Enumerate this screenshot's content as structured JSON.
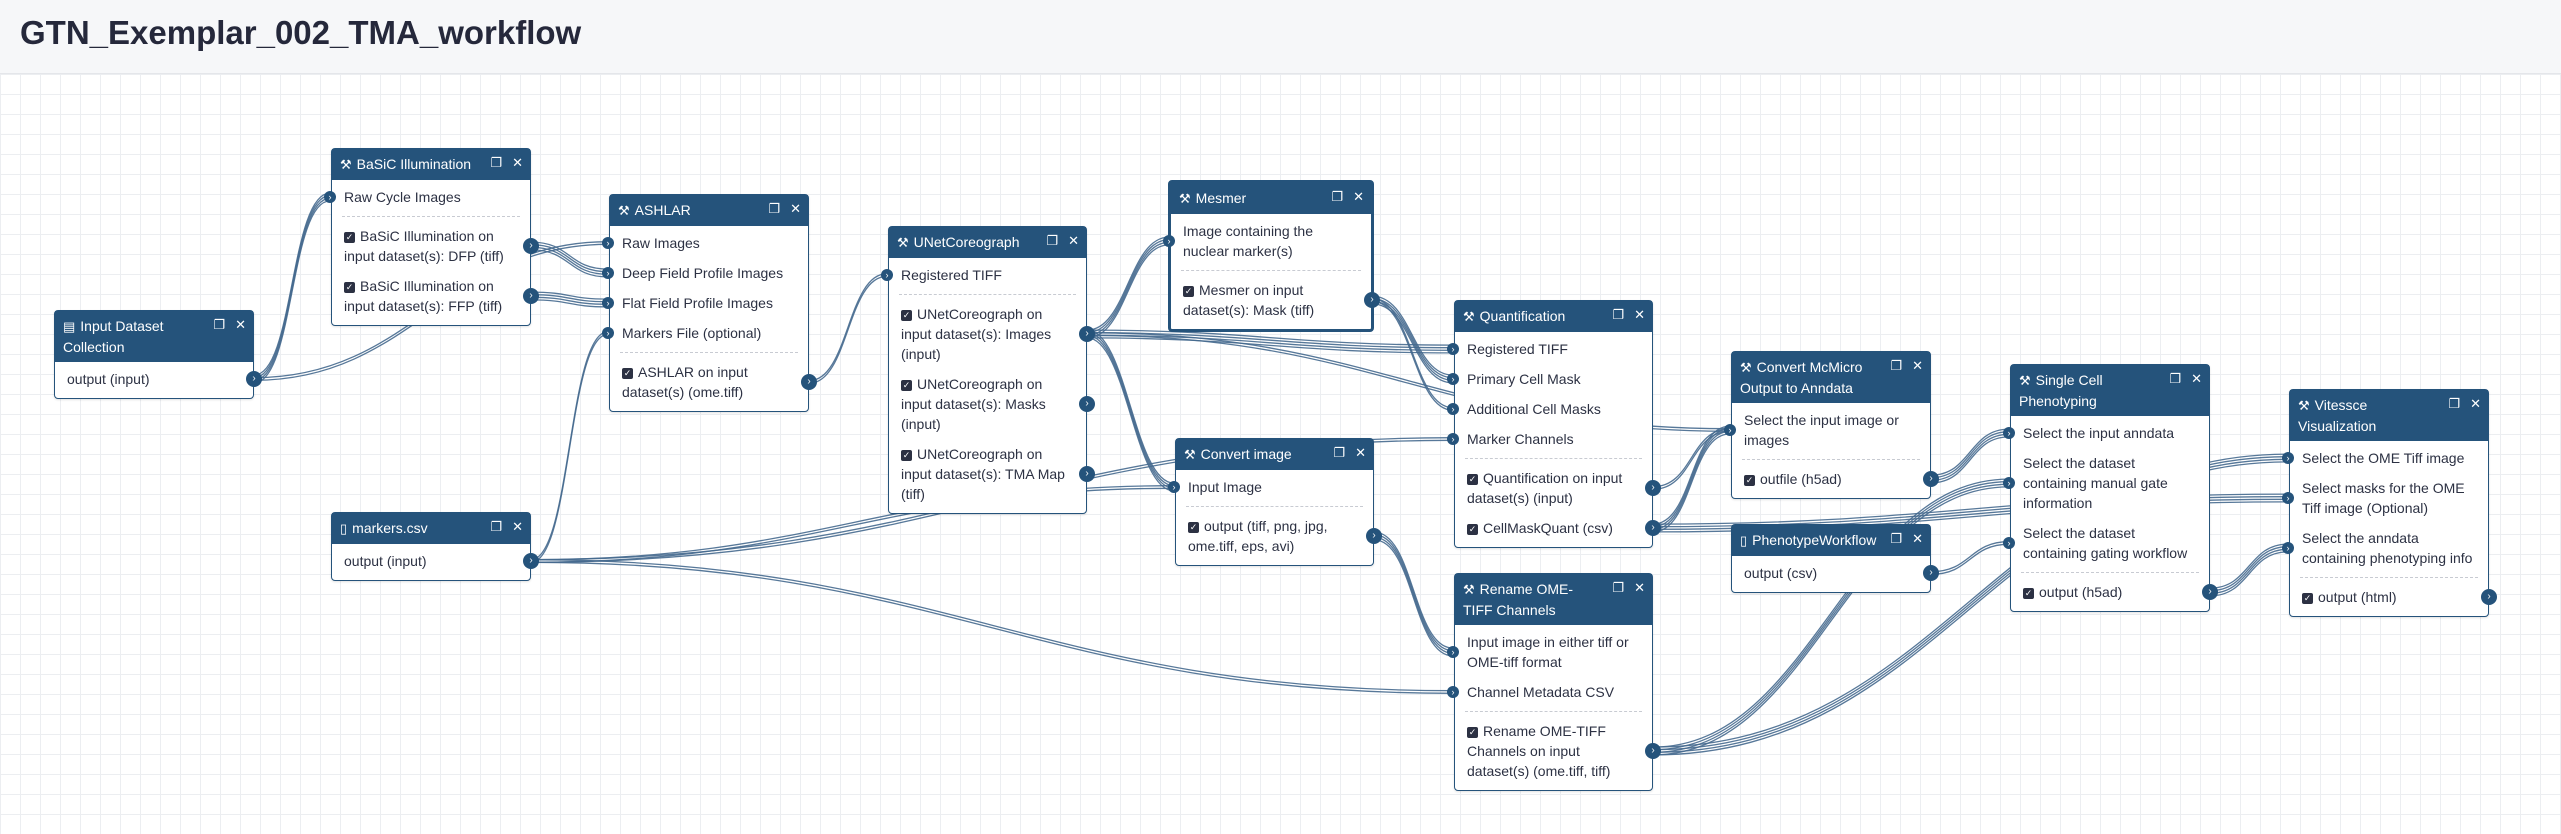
{
  "page": {
    "title": "GTN_Exemplar_002_TMA_workflow"
  },
  "icons": {
    "tool": "wrench-icon",
    "collection": "folder-icon",
    "dataset": "file-icon",
    "copy": "copy-icon",
    "delete": "close-icon",
    "checkbox": "checkbox-checked-icon"
  },
  "colors": {
    "node_header": "#25537b",
    "wire": "#45698e",
    "title": "#25283b"
  },
  "nodes": {
    "input_collection": {
      "title": "Input Dataset Collection",
      "outputs": [
        "output (input)"
      ]
    },
    "basic": {
      "title": "BaSiC Illumination",
      "inputs": [
        "Raw Cycle Images"
      ],
      "outputs": [
        "BaSiC Illumination on input dataset(s): DFP (tiff)",
        "BaSiC Illumination on input dataset(s): FFP (tiff)"
      ]
    },
    "ashlar": {
      "title": "ASHLAR",
      "inputs": [
        "Raw Images",
        "Deep Field Profile Images",
        "Flat Field Profile Images",
        "Markers File (optional)"
      ],
      "outputs": [
        "ASHLAR on input dataset(s) (ome.tiff)"
      ]
    },
    "markers": {
      "title": "markers.csv",
      "outputs": [
        "output (input)"
      ]
    },
    "unet": {
      "title": "UNetCoreograph",
      "inputs": [
        "Registered TIFF"
      ],
      "outputs": [
        "UNetCoreograph on input dataset(s): Images (input)",
        "UNetCoreograph on input dataset(s): Masks (input)",
        "UNetCoreograph on input dataset(s): TMA Map (tiff)"
      ]
    },
    "mesmer": {
      "title": "Mesmer",
      "inputs": [
        "Image containing the nuclear marker(s)"
      ],
      "outputs": [
        "Mesmer on input dataset(s): Mask (tiff)"
      ]
    },
    "convert_image": {
      "title": "Convert image",
      "inputs": [
        "Input Image"
      ],
      "outputs": [
        "output (tiff, png, jpg, ome.tiff, eps, avi)"
      ]
    },
    "quantification": {
      "title": "Quantification",
      "inputs": [
        "Registered TIFF",
        "Primary Cell Mask",
        "Additional Cell Masks",
        "Marker Channels"
      ],
      "outputs": [
        "Quantification on input dataset(s) (input)",
        "CellMaskQuant (csv)"
      ]
    },
    "rename": {
      "title": "Rename OME-TIFF Channels",
      "inputs": [
        "Input image in either tiff or OME-tiff format",
        "Channel Metadata CSV"
      ],
      "outputs": [
        "Rename OME-TIFF Channels on input dataset(s) (ome.tiff, tiff)"
      ]
    },
    "convert_mcmicro": {
      "title": "Convert McMicro Output to Anndata",
      "inputs": [
        "Select the input image or images"
      ],
      "outputs": [
        "outfile (h5ad)"
      ]
    },
    "phenotype_wf": {
      "title": "PhenotypeWorkflow",
      "outputs": [
        "output (csv)"
      ]
    },
    "single_cell": {
      "title": "Single Cell Phenotyping",
      "inputs": [
        "Select the input anndata",
        "Select the dataset containing manual gate information",
        "Select the dataset containing gating workflow"
      ],
      "outputs": [
        "output (h5ad)"
      ]
    },
    "vitessce": {
      "title": "Vitessce Visualization",
      "inputs": [
        "Select the OME Tiff image",
        "Select masks for the OME Tiff image (Optional)",
        "Select the anndata containing phenotyping info"
      ],
      "outputs": [
        "output (html)"
      ]
    }
  }
}
